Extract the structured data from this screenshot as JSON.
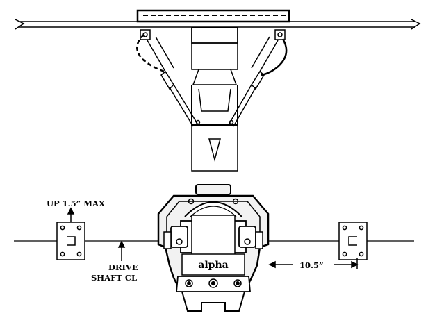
{
  "annotations": {
    "up_max": "UP 1.5” MAX",
    "drive_line1": "DRIVE",
    "drive_line2": "SHAFT CL",
    "distance": "10.5”",
    "brand": "alpha"
  },
  "colors": {
    "ink": "#000000",
    "paper": "#ffffff",
    "body_fill": "#f2f2f2"
  }
}
